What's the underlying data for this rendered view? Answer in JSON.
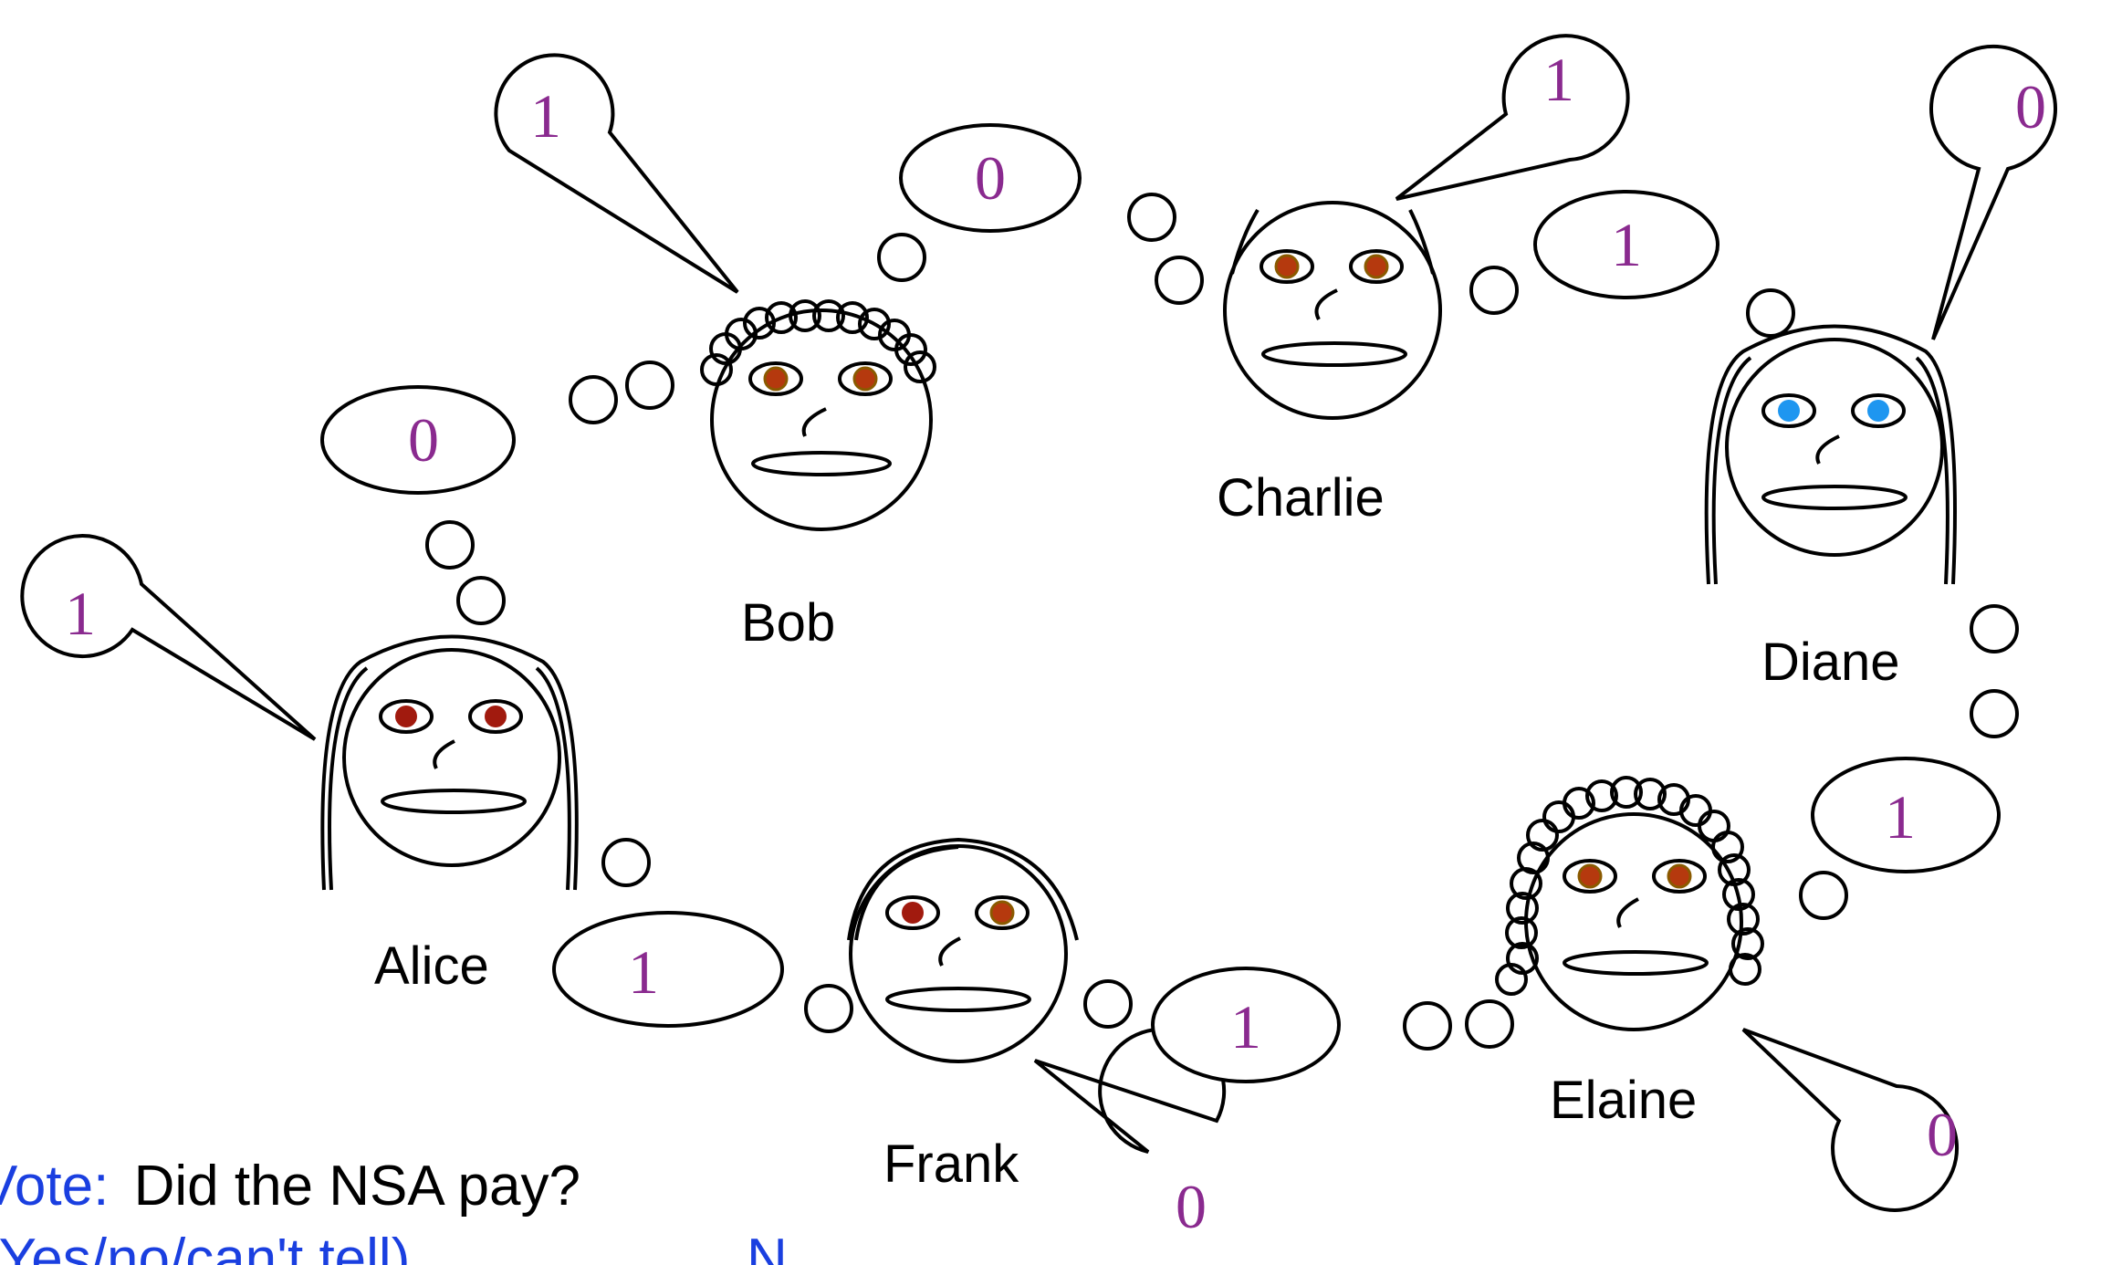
{
  "people": {
    "alice": "Alice",
    "bob": "Bob",
    "charlie": "Charlie",
    "diane": "Diane",
    "elaine": "Elaine",
    "frank": "Frank"
  },
  "spoken_bits": {
    "alice": "1",
    "bob": "1",
    "charlie": "1",
    "diane": "0",
    "elaine": "0",
    "frank": "0"
  },
  "shared_bits": {
    "alice_bob": "0",
    "bob_charlie": "0",
    "charlie_diane": "1",
    "diane_elaine": "1",
    "elaine_frank": "1",
    "frank_alice": "1"
  },
  "vote": {
    "prefix": "Vote:",
    "question": "Did the NSA pay?",
    "options": "(Yes/no/can't tell)",
    "answer": "N"
  },
  "colors": {
    "bit": "#8a2a8f",
    "vote_label": "#1a3fe0",
    "eye_red": "#a11a0e",
    "eye_blue": "#1e96f0"
  }
}
